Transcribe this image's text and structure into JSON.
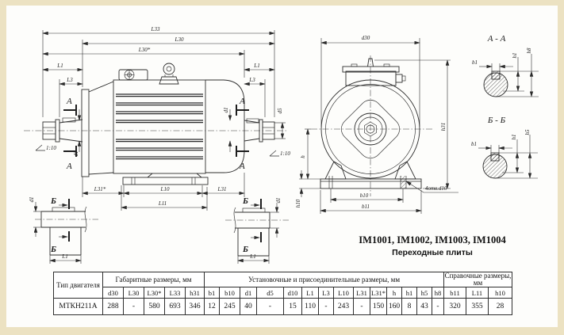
{
  "colors": {
    "frame": "#ece2c2",
    "paper": "#fdfdfb",
    "line": "#2e2e2e"
  },
  "side_view": {
    "labels": {
      "L33": "L33",
      "L30": "L30",
      "L30s": "L30*",
      "L1_left": "L1",
      "L3_left": "L3",
      "L1_right": "L1",
      "L3_right": "L3",
      "d1_left": "d1",
      "d1_right": "d1",
      "d5": "d5",
      "taper_left": "1:10",
      "taper_right": "1:10",
      "A": "A",
      "L31s": "L31*",
      "L10": "L10",
      "L31": "L31",
      "L11": "L11"
    }
  },
  "front_view": {
    "labels": {
      "d30": "d30",
      "h31": "h31",
      "h": "h",
      "h10": "h10",
      "b10": "b10",
      "b11": "b11",
      "holes": "4отв.d10"
    }
  },
  "sections": {
    "aa": {
      "title": "А - А",
      "b1": "b1",
      "h1": "h1",
      "h8": "h8"
    },
    "bb": {
      "title": "Б - Б",
      "b1": "b1",
      "h1": "h1",
      "h5": "h5"
    }
  },
  "details": {
    "left": {
      "marker": "Б",
      "d1": "d1",
      "L1": "L1"
    },
    "right": {
      "marker": "Б",
      "d1": "d1",
      "L1": "L1"
    }
  },
  "caption": {
    "line1": "IM1001, IM1002, IM1003, IM1004",
    "line2": "Переходные плиты"
  },
  "table": {
    "type_header": "Тип двигателя",
    "groups": [
      {
        "label": "Габаритные размеры, мм"
      },
      {
        "label": "Установочные и присоединительные размеры, мм"
      },
      {
        "label": "Справочные размеры, мм"
      }
    ],
    "columns": [
      "d30",
      "L30",
      "L30*",
      "L33",
      "h31",
      "b1",
      "b10",
      "d1",
      "d5",
      "d10",
      "L1",
      "L3",
      "L10",
      "L31",
      "L31*",
      "h",
      "h1",
      "h5",
      "h8",
      "b11",
      "L11",
      "h10"
    ],
    "row": {
      "type": "МТКН211А",
      "values": [
        "288",
        "-",
        "580",
        "693",
        "346",
        "12",
        "245",
        "40",
        "-",
        "15",
        "110",
        "-",
        "243",
        "-",
        "150",
        "160",
        "8",
        "43",
        "-",
        "320",
        "355",
        "28"
      ]
    }
  }
}
